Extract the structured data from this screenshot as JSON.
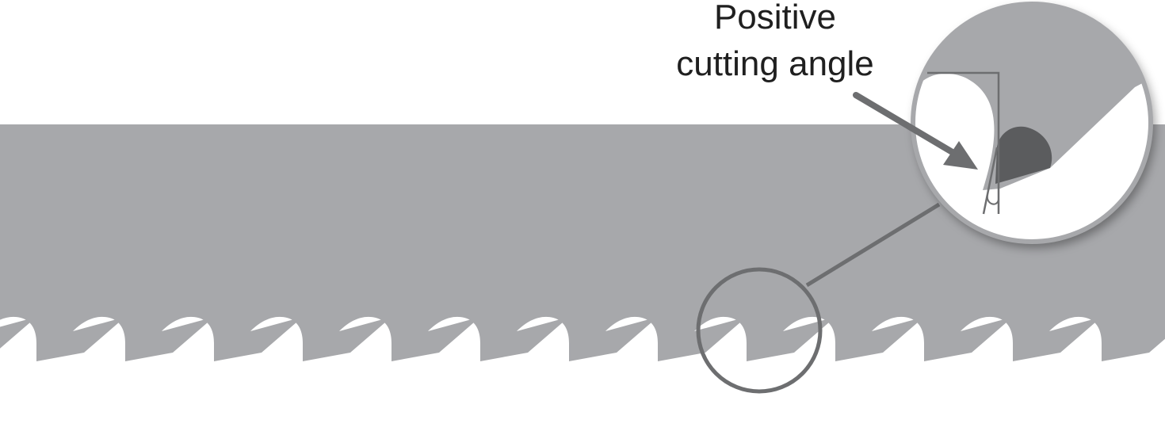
{
  "diagram": {
    "label": {
      "line1": "Positive",
      "line2": "cutting angle"
    },
    "colors": {
      "blade": "#a7a8ab",
      "blade_dark": "#5b5c5e",
      "outline": "#6d6e70",
      "background": "#ffffff",
      "text": "#1f1f1f"
    },
    "tooth_count": 14
  }
}
